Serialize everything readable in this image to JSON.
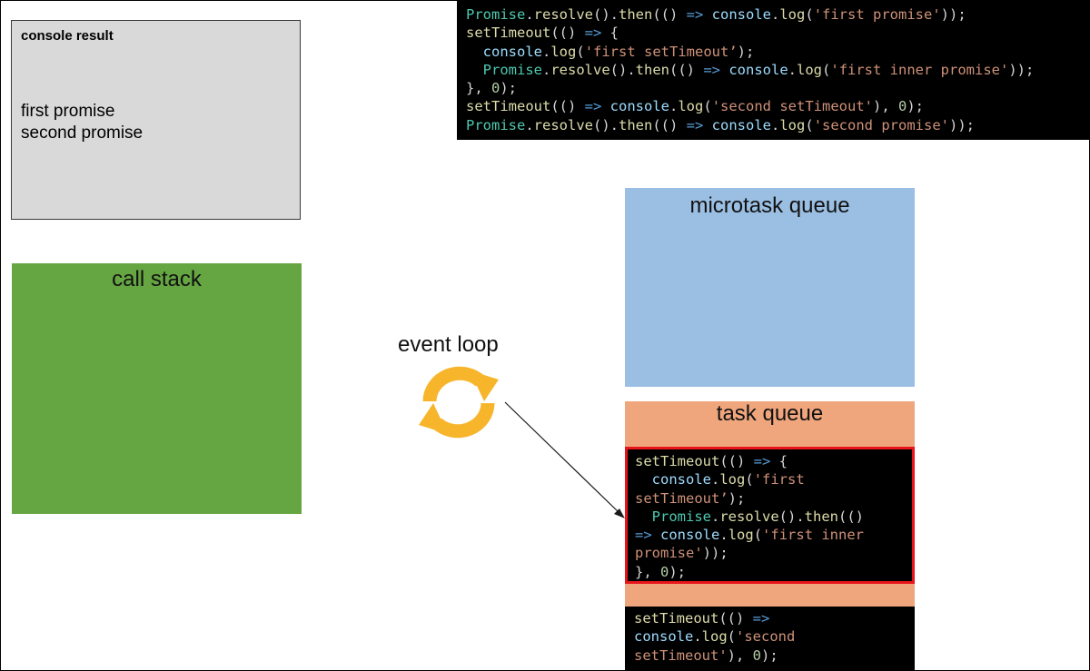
{
  "console": {
    "title": "console result",
    "lines": [
      "first promise",
      "second promise"
    ]
  },
  "call_stack": {
    "label": "call stack"
  },
  "event_loop": {
    "label": "event loop"
  },
  "microtask_queue": {
    "label": "microtask queue"
  },
  "task_queue": {
    "label": "task queue"
  },
  "colors": {
    "console_bg": "#d9d9d9",
    "call_stack": "#65a542",
    "microtask_queue": "#9bbfe3",
    "task_queue": "#f0a67d",
    "event_loop_icon": "#f7b52c",
    "highlight_border": "#e8141b"
  },
  "icons": [
    "refresh-cycle-icon"
  ],
  "code_main": [
    [
      [
        "Promise",
        "type"
      ],
      [
        ".",
        "plain"
      ],
      [
        "resolve",
        "fn"
      ],
      [
        "().",
        "plain"
      ],
      [
        "then",
        "fn"
      ],
      [
        "(() ",
        "plain"
      ],
      [
        "=>",
        "arrow"
      ],
      [
        " ",
        "plain"
      ],
      [
        "console",
        "var"
      ],
      [
        ".",
        "plain"
      ],
      [
        "log",
        "fn"
      ],
      [
        "(",
        "plain"
      ],
      [
        "'first promise'",
        "str"
      ],
      [
        "));",
        "plain"
      ]
    ],
    [
      [
        "setTimeout",
        "fn"
      ],
      [
        "(() ",
        "plain"
      ],
      [
        "=>",
        "arrow"
      ],
      [
        " {",
        "plain"
      ]
    ],
    [
      [
        "  ",
        "plain"
      ],
      [
        "console",
        "var"
      ],
      [
        ".",
        "plain"
      ],
      [
        "log",
        "fn"
      ],
      [
        "(",
        "plain"
      ],
      [
        "'first setTimeout’",
        "str"
      ],
      [
        ");",
        "plain"
      ]
    ],
    [
      [
        "  ",
        "plain"
      ],
      [
        "Promise",
        "type"
      ],
      [
        ".",
        "plain"
      ],
      [
        "resolve",
        "fn"
      ],
      [
        "().",
        "plain"
      ],
      [
        "then",
        "fn"
      ],
      [
        "(() ",
        "plain"
      ],
      [
        "=>",
        "arrow"
      ],
      [
        " ",
        "plain"
      ],
      [
        "console",
        "var"
      ],
      [
        ".",
        "plain"
      ],
      [
        "log",
        "fn"
      ],
      [
        "(",
        "plain"
      ],
      [
        "'first inner promise'",
        "str"
      ],
      [
        "));",
        "plain"
      ]
    ],
    [
      [
        "}, ",
        "plain"
      ],
      [
        "0",
        "num"
      ],
      [
        ");",
        "plain"
      ]
    ],
    [
      [
        "setTimeout",
        "fn"
      ],
      [
        "(() ",
        "plain"
      ],
      [
        "=>",
        "arrow"
      ],
      [
        " ",
        "plain"
      ],
      [
        "console",
        "var"
      ],
      [
        ".",
        "plain"
      ],
      [
        "log",
        "fn"
      ],
      [
        "(",
        "plain"
      ],
      [
        "'second setTimeout'",
        "str"
      ],
      [
        "), ",
        "plain"
      ],
      [
        "0",
        "num"
      ],
      [
        ");",
        "plain"
      ]
    ],
    [
      [
        "Promise",
        "type"
      ],
      [
        ".",
        "plain"
      ],
      [
        "resolve",
        "fn"
      ],
      [
        "().",
        "plain"
      ],
      [
        "then",
        "fn"
      ],
      [
        "(() ",
        "plain"
      ],
      [
        "=>",
        "arrow"
      ],
      [
        " ",
        "plain"
      ],
      [
        "console",
        "var"
      ],
      [
        ".",
        "plain"
      ],
      [
        "log",
        "fn"
      ],
      [
        "(",
        "plain"
      ],
      [
        "'second promise'",
        "str"
      ],
      [
        "));",
        "plain"
      ]
    ]
  ],
  "task_cards": [
    {
      "highlighted": true,
      "lines": [
        [
          [
            "setTimeout",
            "fn"
          ],
          [
            "(() ",
            "plain"
          ],
          [
            "=>",
            "arrow"
          ],
          [
            " {",
            "plain"
          ]
        ],
        [
          [
            "  ",
            "plain"
          ],
          [
            "console",
            "var"
          ],
          [
            ".",
            "plain"
          ],
          [
            "log",
            "fn"
          ],
          [
            "(",
            "plain"
          ],
          [
            "'first",
            "str"
          ]
        ],
        [
          [
            "setTimeout’",
            "str"
          ],
          [
            ");",
            "plain"
          ]
        ],
        [
          [
            "  ",
            "plain"
          ],
          [
            "Promise",
            "type"
          ],
          [
            ".",
            "plain"
          ],
          [
            "resolve",
            "fn"
          ],
          [
            "().",
            "plain"
          ],
          [
            "then",
            "fn"
          ],
          [
            "(()",
            "plain"
          ]
        ],
        [
          [
            "=>",
            "arrow"
          ],
          [
            " ",
            "plain"
          ],
          [
            "console",
            "var"
          ],
          [
            ".",
            "plain"
          ],
          [
            "log",
            "fn"
          ],
          [
            "(",
            "plain"
          ],
          [
            "'first inner",
            "str"
          ]
        ],
        [
          [
            "promise'",
            "str"
          ],
          [
            "));",
            "plain"
          ]
        ],
        [
          [
            "}, ",
            "plain"
          ],
          [
            "0",
            "num"
          ],
          [
            ");",
            "plain"
          ]
        ]
      ]
    },
    {
      "highlighted": false,
      "lines": [
        [
          [
            "setTimeout",
            "fn"
          ],
          [
            "(() ",
            "plain"
          ],
          [
            "=>",
            "arrow"
          ]
        ],
        [
          [
            "console",
            "var"
          ],
          [
            ".",
            "plain"
          ],
          [
            "log",
            "fn"
          ],
          [
            "(",
            "plain"
          ],
          [
            "'second",
            "str"
          ]
        ],
        [
          [
            "setTimeout'",
            "str"
          ],
          [
            "), ",
            "plain"
          ],
          [
            "0",
            "num"
          ],
          [
            ");",
            "plain"
          ]
        ]
      ]
    }
  ]
}
